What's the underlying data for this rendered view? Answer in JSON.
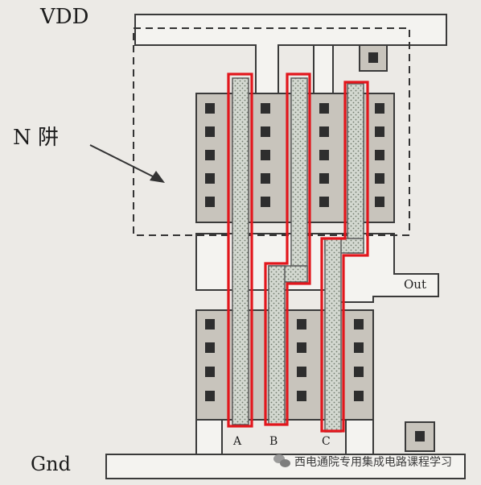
{
  "labels": {
    "vdd": "VDD",
    "gnd": "Gnd",
    "nwell": "N 阱",
    "out": "Out",
    "input_a": "A",
    "input_b": "B",
    "input_c": "C"
  },
  "watermark": {
    "text": "西电通院专用集成电路课程学习",
    "icon": "wechat-icon"
  },
  "colors": {
    "background": "#eceae6",
    "metal": "#ffffff",
    "outline": "#3a3a3a",
    "diffusion": "#c8c4bc",
    "contact": "#2e2e2e",
    "poly": "#cfd4cc",
    "highlight": "#e2161c"
  }
}
